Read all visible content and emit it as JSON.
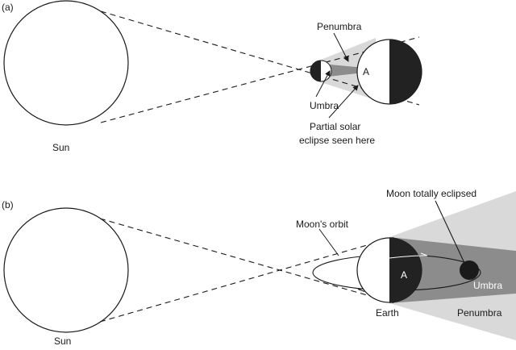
{
  "panel_a": {
    "tag": "(a)",
    "labels": {
      "penumbra": "Penumbra",
      "umbra": "Umbra",
      "point": "A",
      "sun": "Sun",
      "eclipse_line1": "Partial solar",
      "eclipse_line2": "eclipse seen here"
    }
  },
  "panel_b": {
    "tag": "(b)",
    "labels": {
      "moon_eclipsed": "Moon totally eclipsed",
      "orbit": "Moon's orbit",
      "point": "A",
      "umbra": "Umbra",
      "earth": "Earth",
      "penumbra": "Penumbra",
      "sun": "Sun"
    }
  },
  "colors": {
    "penumbra": "#d9d9d9",
    "umbra": "#8c8c8c",
    "dark_side": "#222222",
    "outline": "#1a1a1a"
  }
}
